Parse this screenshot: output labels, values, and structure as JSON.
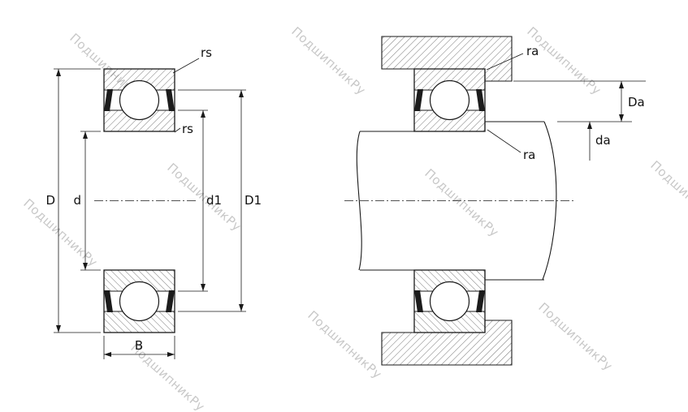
{
  "watermark": {
    "text": "ПодшипникРу",
    "color": "#c8c8c8"
  },
  "labels": {
    "rs": "rs",
    "ra": "ra",
    "D": "D",
    "d": "d",
    "d1": "d1",
    "D1": "D1",
    "B": "B",
    "Da": "Da",
    "da": "da"
  },
  "colors": {
    "line": "#1a1a1a",
    "background": "#ffffff"
  }
}
